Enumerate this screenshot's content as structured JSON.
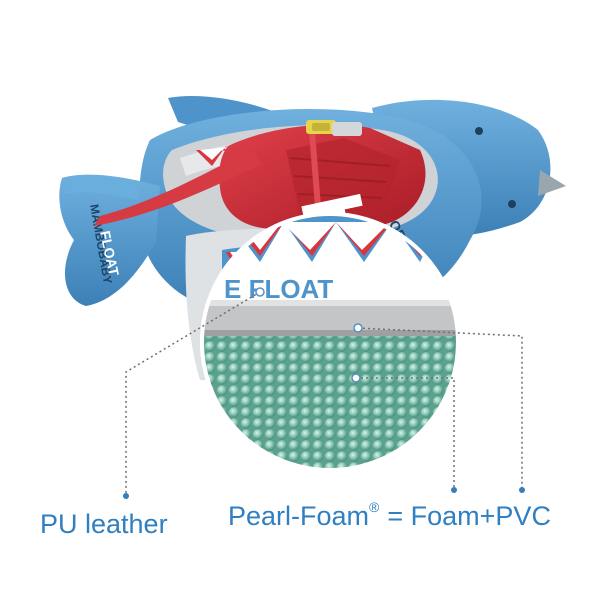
{
  "product": {
    "brand_print": "MAMBOBABY",
    "print_fragment": "E FLOAT",
    "tail_print": "FLOAT"
  },
  "labels": {
    "pu": "PU leather",
    "pearl_name": "Pearl-Foam",
    "pearl_mark": "®",
    "pearl_formula": "= Foam+PVC"
  },
  "colors": {
    "float_blue": "#4e94cb",
    "harness_red": "#c8262e",
    "label_blue": "#2f7fc1",
    "foam_mint": "#7fc3b0"
  }
}
